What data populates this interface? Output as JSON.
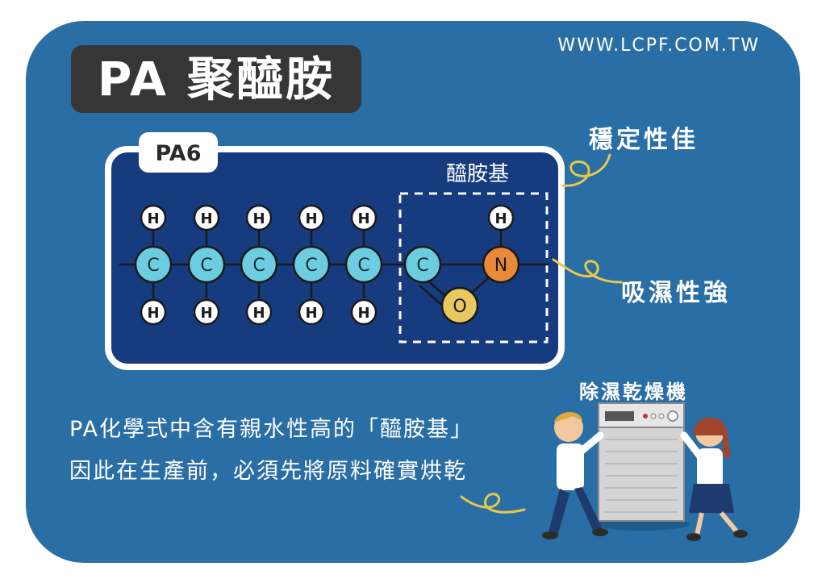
{
  "title": "PA 聚醯胺",
  "website": "WWW.LCPF.COM.TW",
  "molecule": {
    "label": "PA6",
    "group_label": "醯胺基",
    "carbon": "C",
    "hydrogen": "H",
    "nitrogen": "N",
    "oxygen": "O"
  },
  "properties": {
    "stability": "穩定性佳",
    "hygroscopic": "吸濕性強"
  },
  "description": {
    "line1": "PA化學式中含有親水性高的「醯胺基」",
    "line2": "因此在生產前，必須先將原料確實烘乾"
  },
  "dryer_label": "除濕乾燥機",
  "colors": {
    "background": "#2a6ea6",
    "panel": "#163b7f",
    "carbon": "#6ccde0",
    "nitrogen": "#e88a3a",
    "oxygen": "#e8c860",
    "squiggle": "#e8c84a"
  }
}
